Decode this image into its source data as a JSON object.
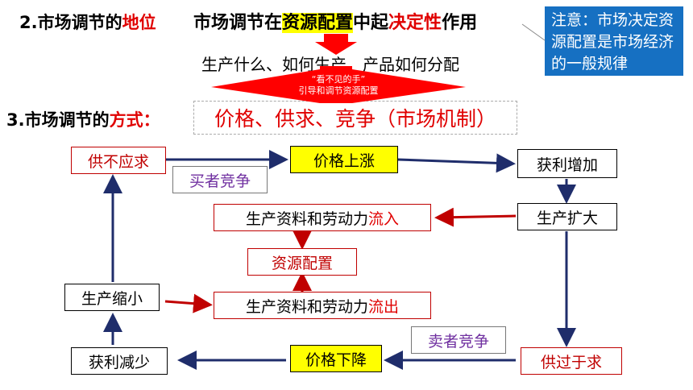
{
  "heading_position": {
    "prefix": "2.市场调节的",
    "emph": "地位"
  },
  "main_statement": {
    "part1": "市场调节在",
    "highlight": "资源配置",
    "part2": "中起",
    "emph": "决定性",
    "part3": "作用"
  },
  "note_box": "注意：市场决定资源配置是市场经济的一般规律",
  "sub_statement": "生产什么、如何生产、产品如何分配",
  "banner": {
    "line1": "“看不见的手”",
    "line2": "引导和调节资源配置"
  },
  "heading_method": {
    "prefix": "3.市场调节的",
    "emph": "方式："
  },
  "method_text": "价格、供求、竞争（市场机制）",
  "boxes": {
    "shortage": "供不应求",
    "price_up": "价格上涨",
    "profit_up": "获利增加",
    "expand": "生产扩大",
    "inflow_prefix": "生产资料和劳动力",
    "inflow_suffix": "流入",
    "allocation": "资源配置",
    "outflow_prefix": "生产资料和劳动力",
    "outflow_suffix": "流出",
    "shrink": "生产缩小",
    "profit_down": "获利减少",
    "price_down": "价格下降",
    "surplus": "供过于求"
  },
  "labels": {
    "buyer": "买者竞争",
    "seller": "卖者竞争"
  },
  "colors": {
    "navy": "#1f2d6b",
    "dark_red": "#c00000",
    "red": "#ff0000",
    "yellow": "#ffff00",
    "note_blue": "#1670c2",
    "purple": "#7030a0"
  }
}
